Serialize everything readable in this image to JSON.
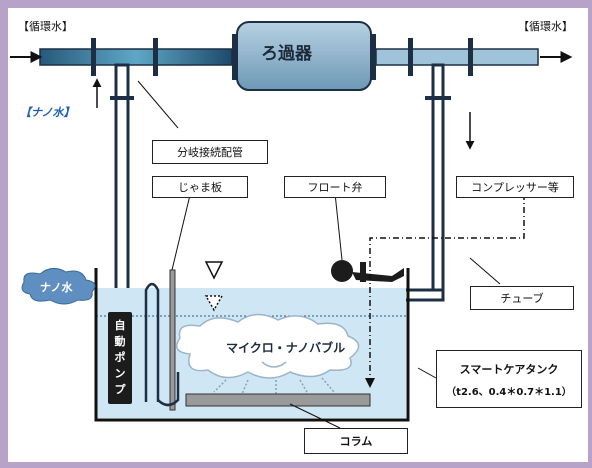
{
  "labels": {
    "circ_left": "【循環水】",
    "circ_right": "【循環水】",
    "nano_water_top": "【ナノ水】",
    "filter": "ろ過器",
    "branch_pipe": "分岐接続配管",
    "baffle": "じゃま板",
    "float_valve": "フロート弁",
    "compressor": "コンプレッサー等",
    "nano_water_cloud": "ナノ水",
    "pump": "自動ポンプ",
    "micro_nano": "マイクロ・ナノバブル",
    "tube": "チューブ",
    "tank_name": "スマートケアタンク",
    "tank_spec": "（t2.6、0.4＊0.7＊1.1）",
    "column": "コラム"
  },
  "colors": {
    "background": "#b7a3c9",
    "panel": "#ffffff",
    "water": "#cfe6f4",
    "pipe": "#2c3f5c",
    "pipe_inner": "#ffffff",
    "filter_fill": "#8fb4cc",
    "pump": "#1c1c1c",
    "column": "#9a9a9a",
    "nano_label": "#1a5fb4"
  }
}
